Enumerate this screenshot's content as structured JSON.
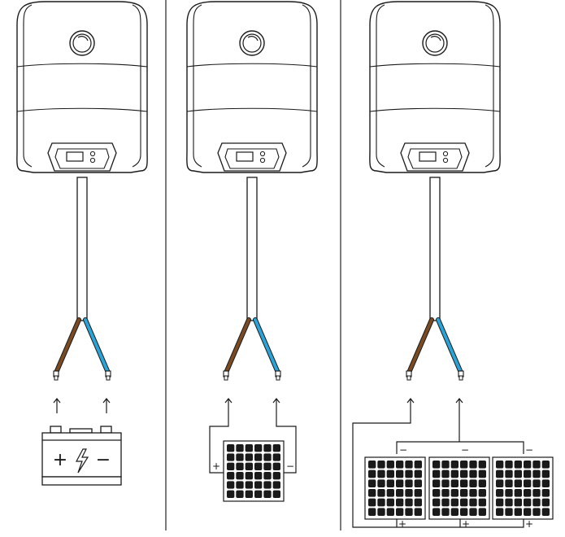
{
  "colors": {
    "stroke": "#1a1a1a",
    "divider": "#333333",
    "brown_wire": "#7a4a22",
    "blue_wire": "#2aa3d6",
    "cell": "#1a1a1a"
  },
  "panels": [
    {
      "id": "battery",
      "source": "battery",
      "labels": {
        "plus": "+",
        "minus": "−"
      }
    },
    {
      "id": "single-solar",
      "source": "solar-panel",
      "labels": {
        "plus": "+",
        "minus": "−"
      }
    },
    {
      "id": "parallel-solar",
      "source": "solar-array",
      "labels": {
        "plus": "+",
        "minus": "−"
      }
    }
  ],
  "icons": [
    "charger-device",
    "charger-display",
    "wire-brown-positive",
    "wire-blue-negative",
    "up-arrow-icon",
    "battery-icon",
    "lightning-icon",
    "solar-panel-icon"
  ]
}
